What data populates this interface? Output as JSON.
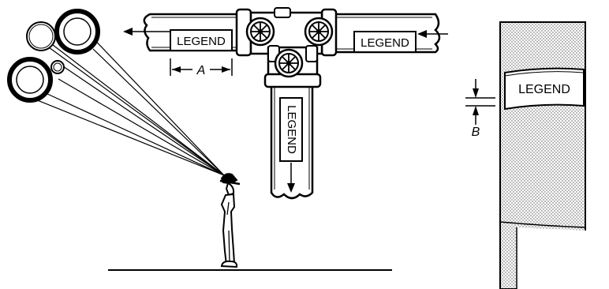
{
  "diagram": {
    "legend_left_pipe": "LEGEND",
    "legend_right_pipe": "LEGEND",
    "legend_down_pipe": "LEGEND",
    "legend_wall_pipe": "LEGEND",
    "dimension_a": "A",
    "dimension_b": "B",
    "colors": {
      "ink": "#000000",
      "paper": "#ffffff",
      "stipple": "#bdbdbd"
    }
  }
}
